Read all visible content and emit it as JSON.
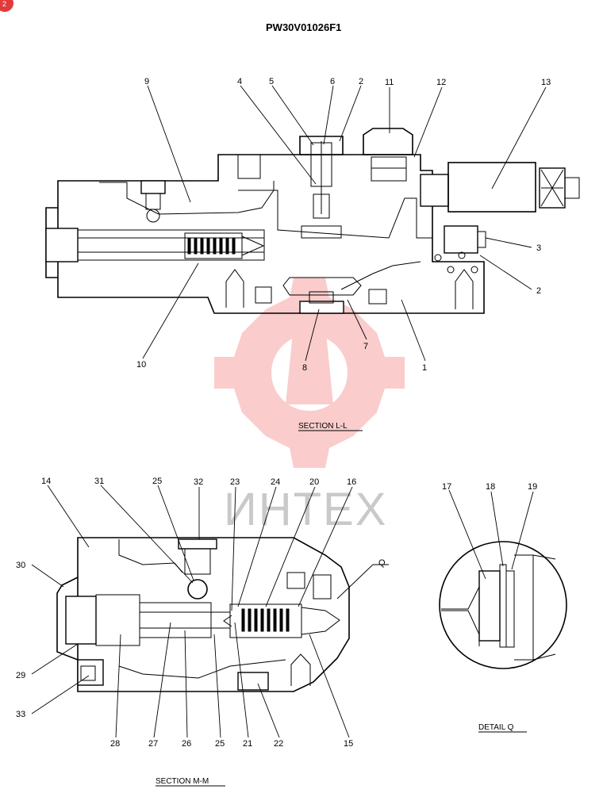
{
  "drawing_id": "PW30V01026F1",
  "corner_badge": "2",
  "watermark": {
    "text": "ИНТЕХ",
    "color": "#f04a4a"
  },
  "section_ll": {
    "caption": "SECTION  L-L",
    "callouts": [
      "9",
      "4",
      "5",
      "6",
      "2",
      "11",
      "12",
      "13",
      "3",
      "2",
      "1",
      "7",
      "8",
      "10"
    ]
  },
  "section_mm": {
    "caption": "SECTION  M-M",
    "callouts": [
      "14",
      "31",
      "25",
      "32",
      "23",
      "24",
      "20",
      "16",
      "Q",
      "30",
      "29",
      "33",
      "28",
      "27",
      "26",
      "25",
      "21",
      "22",
      "15"
    ]
  },
  "detail_q": {
    "caption": "DETAIL  Q",
    "callouts": [
      "17",
      "18",
      "19"
    ]
  }
}
